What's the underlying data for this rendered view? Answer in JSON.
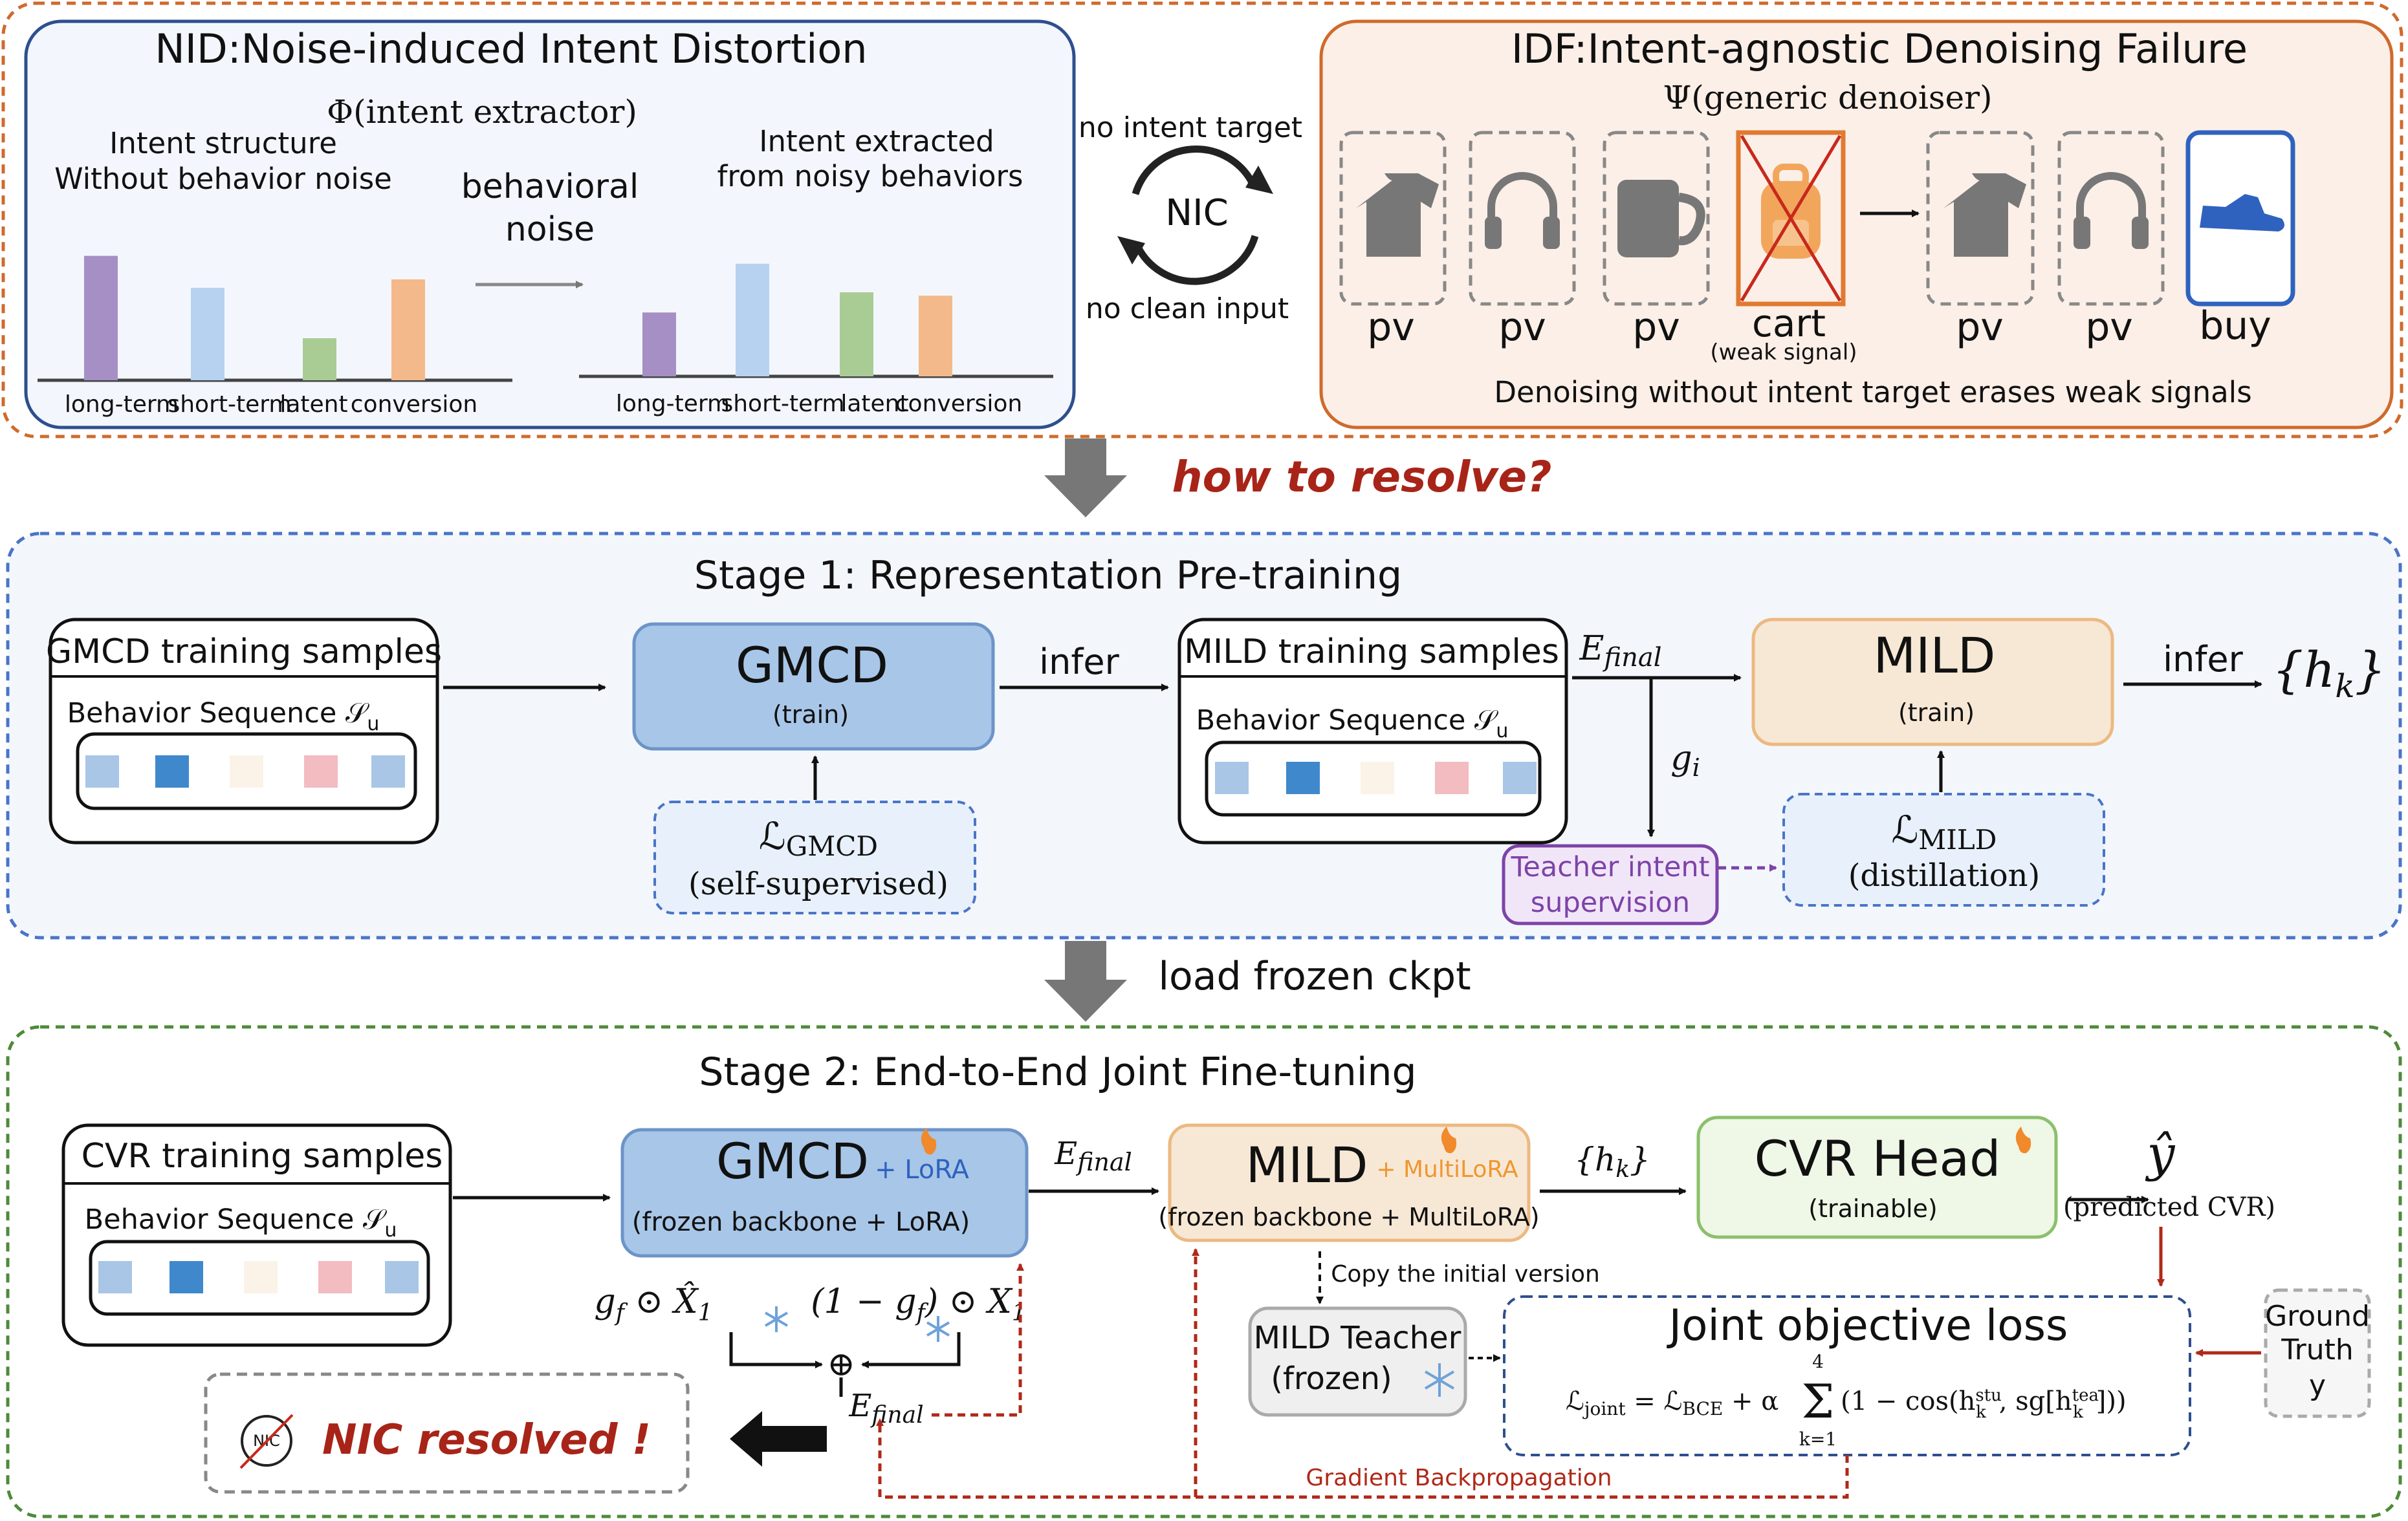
{
  "top": {
    "nid": {
      "title": "NID:Noise-induced Intent Distortion",
      "extractor": "Φ(intent extractor)",
      "left_caption_1": "Intent structure",
      "left_caption_2": "Without behavior noise",
      "noise_1": "behavioral",
      "noise_2": "noise",
      "right_caption_1": "Intent extracted",
      "right_caption_2": "from noisy behaviors",
      "categories": [
        "long-term",
        "short-term",
        "latent",
        "conversion"
      ],
      "clean_values": [
        0.74,
        0.55,
        0.25,
        0.6
      ],
      "noisy_values": [
        0.38,
        0.67,
        0.5,
        0.48
      ],
      "colors": [
        "#a58fc5",
        "#b7d1f0",
        "#a9cc95",
        "#f4b98a"
      ]
    },
    "nic": {
      "label": "NIC",
      "top_text": "no intent target",
      "bottom_text": "no clean input"
    },
    "idf": {
      "title": "IDF:Intent-agnostic Denoising Failure",
      "denoiser": "Ψ(generic denoiser)",
      "items_before": [
        {
          "icon": "tshirt-icon",
          "label": "pv"
        },
        {
          "icon": "headphones-icon",
          "label": "pv"
        },
        {
          "icon": "mug-icon",
          "label": "pv"
        },
        {
          "icon": "backpack-icon",
          "label": "cart",
          "sub": "(weak signal)"
        }
      ],
      "items_after": [
        {
          "icon": "tshirt-icon",
          "label": "pv"
        },
        {
          "icon": "headphones-icon",
          "label": "pv"
        },
        {
          "icon": "sneaker-icon",
          "label": "buy"
        }
      ],
      "caption": "Denoising without intent target erases weak signals"
    }
  },
  "transition_1": "how to resolve?",
  "stage1": {
    "title": "Stage 1: Representation Pre-training",
    "gmcd_samples": {
      "title": "GMCD training samples",
      "seq_label": "Behavior Sequence 𝒮",
      "seq_sub": "u"
    },
    "gmcd": {
      "name": "GMCD",
      "sub": "(train)"
    },
    "gmcd_loss": {
      "symbol": "ℒ",
      "sub": "GMCD",
      "note": "(self-supervised)"
    },
    "infer_1": "infer",
    "mild_samples": {
      "title": "MILD training samples",
      "seq_label": "Behavior Sequence 𝒮",
      "seq_sub": "u"
    },
    "efinal": "E",
    "efinal_sub": "final",
    "gi": "g",
    "gi_sub": "i",
    "teacher_1": "Teacher intent",
    "teacher_2": "supervision",
    "mild": {
      "name": "MILD",
      "sub": "(train)"
    },
    "mild_loss": {
      "symbol": "ℒ",
      "sub": "MILD",
      "note": "(distillation)"
    },
    "infer_2": "infer",
    "output": "{h",
    "output_sub": "k",
    "output_end": "}",
    "seq_colors": [
      "#a9c6e6",
      "#3f88cc",
      "#fbf3e8",
      "#f2bcc0",
      "#a9c6e6"
    ]
  },
  "transition_2": "load frozen ckpt",
  "stage2": {
    "title": "Stage 2: End-to-End Joint Fine-tuning",
    "cvr_samples": {
      "title": "CVR training samples",
      "seq_label": "Behavior Sequence 𝒮",
      "seq_sub": "u"
    },
    "gmcd": {
      "name": "GMCD",
      "tag": "+ LoRA",
      "sub": "(frozen backbone + LoRA)"
    },
    "efinal": "E",
    "efinal_sub": "final",
    "mild": {
      "name": "MILD",
      "tag": "+ MultiLoRA",
      "sub": "(frozen backbone + MultiLoRA)"
    },
    "hk": "{h",
    "hk_sub": "k",
    "hk_end": "}",
    "cvr_head": {
      "name": "CVR Head",
      "sub": "(trainable)"
    },
    "yhat": "ŷ",
    "yhat_caption": "(predicted CVR)",
    "gate_left": "g",
    "gate_left_sub": "f",
    "gate_left_rest": " ⊙ X̂",
    "gate_left_sub2": "1",
    "gate_right": "(1 − g",
    "gate_right_sub": "f",
    "gate_right_rest": ") ⊙ X",
    "gate_right_sub2": "1",
    "oplus": "⊕",
    "efinal_bottom": "E",
    "efinal_bottom_sub": "final",
    "copy_note": "Copy the initial version",
    "teacher": {
      "line1": "MILD Teacher",
      "line2": "(frozen)"
    },
    "joint": {
      "title": "Joint objective loss",
      "formula": "ℒjoint = ℒBCE + α Σ (1 − cos(hk stu, sg[hk tea]))",
      "f_lhs": "ℒ",
      "f_lhs_sub": "joint",
      "f_eq": " = ℒ",
      "f_bce_sub": "BCE",
      "f_alpha": " + α",
      "f_sum_top": "4",
      "f_sum_bottom": "k=1",
      "f_body": "(1 − cos(h",
      "f_k": "k",
      "f_stu": "stu",
      "f_mid": ", sg[h",
      "f_tea": "tea",
      "f_end": "]))"
    },
    "ground_truth": {
      "line1": "Ground",
      "line2": "Truth",
      "line3": "y"
    },
    "nic_resolved": "NIC resolved !",
    "nic_small": "NIC",
    "grad": "Gradient Backpropagation",
    "seq_colors": [
      "#a9c6e6",
      "#3f88cc",
      "#fbf3e8",
      "#f2bcc0",
      "#a9c6e6"
    ]
  },
  "colors": {
    "orange_border": "#cf6a2c",
    "blue_border": "#4a74c8",
    "green_border": "#4f8a3a",
    "red_accent": "#b02818",
    "gmcd_fill": "#a8c6e8",
    "mild_fill": "#f7e8d6",
    "cvr_fill": "#eff7e6"
  }
}
